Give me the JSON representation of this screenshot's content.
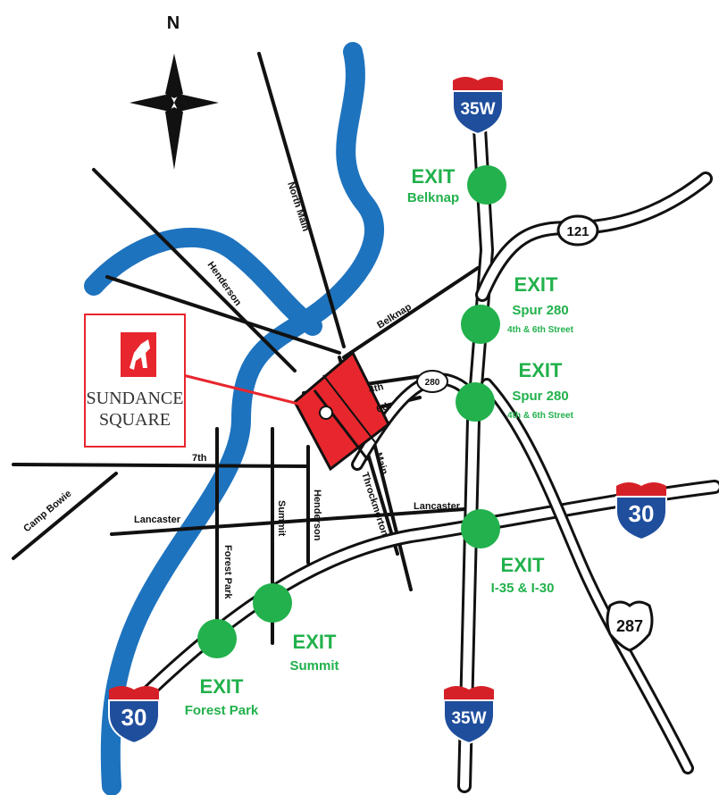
{
  "compass": {
    "label": "N"
  },
  "streets": {
    "north_main": "North Main",
    "henderson_nw": "Henderson",
    "belknap": "Belknap",
    "fourth": "4th",
    "sixth": "6th",
    "seventh": "7th",
    "camp_bowie": "Camp Bowie",
    "lancaster_w": "Lancaster",
    "lancaster_e": "Lancaster",
    "summit": "Summit",
    "henderson_s": "Henderson",
    "main": "Main",
    "throckmorton": "Throckmorton",
    "forest_park": "Forest Park"
  },
  "shields": {
    "i35w_north": "35W",
    "i35w_south": "35W",
    "i30_east": "30",
    "i30_west": "30",
    "us287": "287",
    "sh121": "121",
    "spur280": "280"
  },
  "exits": [
    {
      "word": "EXIT",
      "name": "Belknap",
      "sub": ""
    },
    {
      "word": "EXIT",
      "name": "Spur 280",
      "sub": "4th & 6th Street"
    },
    {
      "word": "EXIT",
      "name": "Spur 280",
      "sub": "4th & 6th Street"
    },
    {
      "word": "EXIT",
      "name": "I-35 & I-30",
      "sub": ""
    },
    {
      "word": "EXIT",
      "name": "Summit",
      "sub": ""
    },
    {
      "word": "EXIT",
      "name": "Forest Park",
      "sub": ""
    }
  ],
  "logo": {
    "line1": "SUNDANCE",
    "line2": "SQUARE"
  },
  "colors": {
    "river": "#1e73be",
    "exit_green": "#22b14c",
    "sundance_red": "#e8262d",
    "interstate_blue": "#1f4e9c",
    "interstate_red": "#d62028"
  }
}
